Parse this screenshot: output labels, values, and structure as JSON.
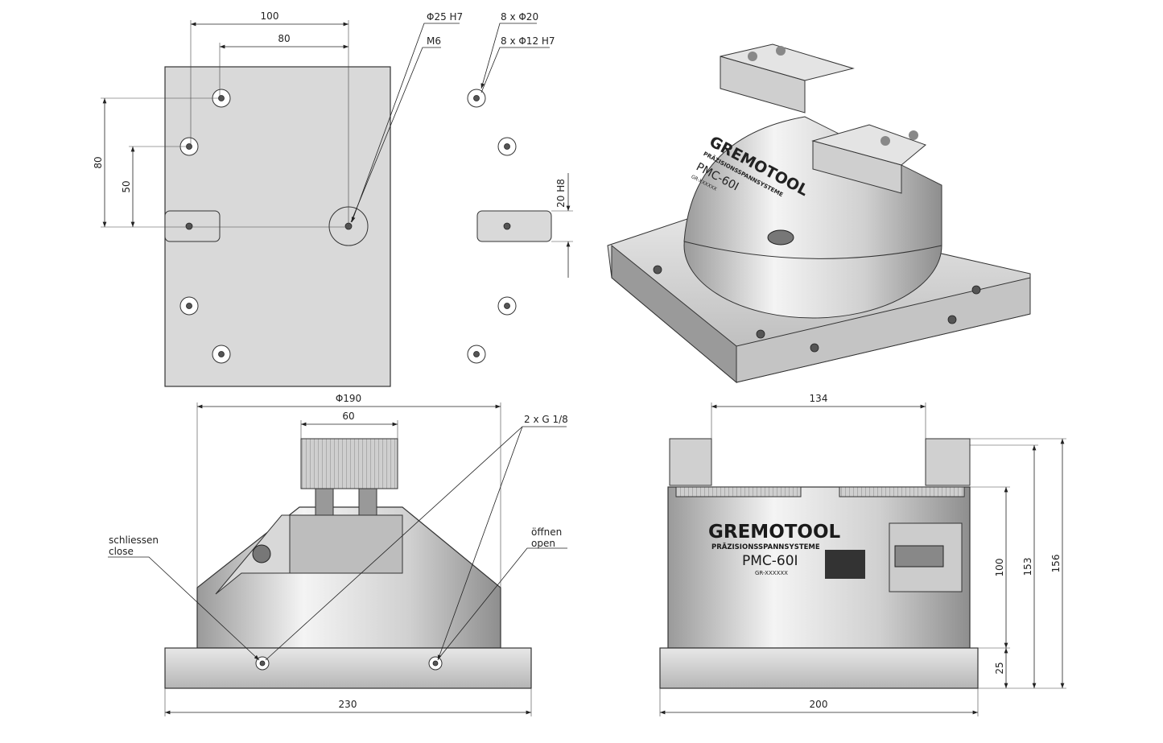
{
  "top_view": {
    "dim_100": "100",
    "dim_80_horizontal": "80",
    "dim_80_vertical": "80",
    "dim_50": "50",
    "dim_20h8": "20 H8",
    "callout_bore": "Φ25 H7",
    "callout_thread": "M6",
    "callout_holes_20": "8 x Φ20",
    "callout_holes_12": "8 x Φ12 H7"
  },
  "front_view": {
    "dim_190": "Φ190",
    "dim_60": "60",
    "dim_230": "230",
    "callout_ports": "2 x G 1/8",
    "close_de": "schliessen",
    "close_en": "close",
    "open_de": "öffnen",
    "open_en": "open"
  },
  "side_view": {
    "dim_134": "134",
    "dim_200": "200",
    "dim_100": "100",
    "dim_153": "153",
    "dim_156": "156",
    "dim_25": "25"
  },
  "branding": {
    "brand": "GREMOTOOL",
    "tagline": "PRÄZISIONSSPANNSYSTEME",
    "model": "PMC-60I",
    "serial": "GR-XXXXXX"
  },
  "colors": {
    "plate": "#d9d9d9",
    "steel_light": "#e6e6e6",
    "steel_dark": "#8c8c8c"
  }
}
